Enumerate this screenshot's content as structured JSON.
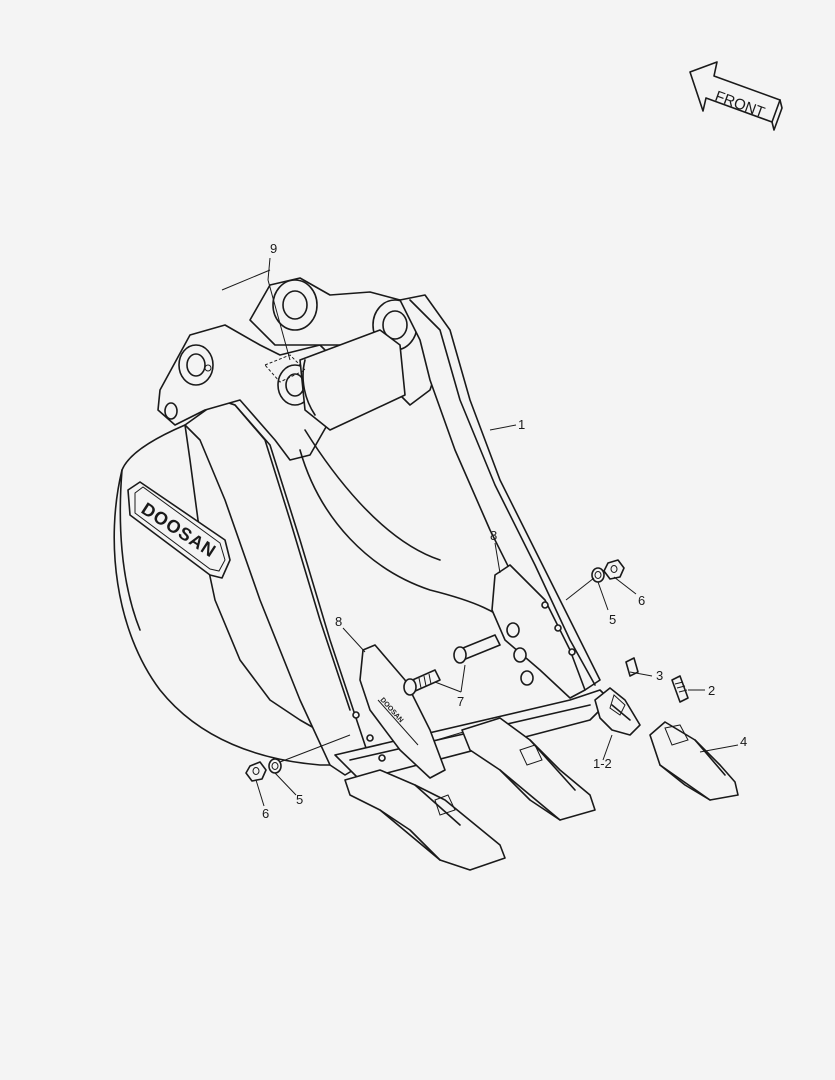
{
  "front_label": "FRONT",
  "brand": "DOOSAN",
  "callouts": {
    "c1": "1",
    "c1_2": "1-2",
    "c2": "2",
    "c3": "3",
    "c4": "4",
    "c5_right": "5",
    "c5_left": "5",
    "c6_right": "6",
    "c6_left": "6",
    "c7": "7",
    "c8_right": "8",
    "c8_left": "8",
    "c9": "9"
  }
}
